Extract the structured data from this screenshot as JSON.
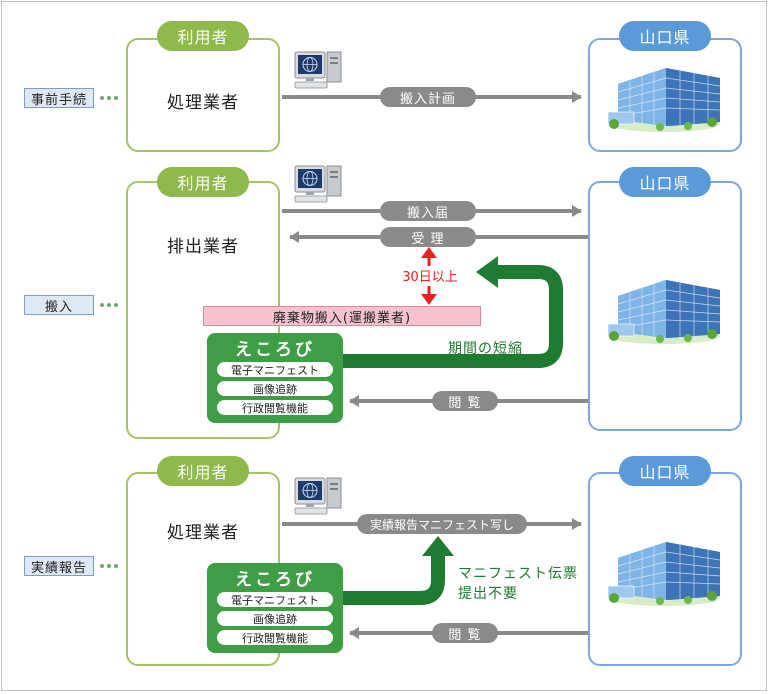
{
  "stages": [
    {
      "label": "事前手続"
    },
    {
      "label": "搬入"
    },
    {
      "label": "実績報告"
    }
  ],
  "user_tab": "利用者",
  "pref_tab": "山口県",
  "roles": {
    "pre": "処理業者",
    "carry": "排出業者",
    "report": "処理業者"
  },
  "arrows": {
    "plan": "搬入計画",
    "notice": "搬入届",
    "receipt": "受 理",
    "view1": "閲 覧",
    "report_copy": "実績報告マニフェスト写し",
    "view2": "閲 覧"
  },
  "transport": {
    "label": "廃棄物搬入(運搬業者)",
    "days": "30日以上"
  },
  "ekoro": {
    "title": "えころび",
    "items": [
      "電子マニフェスト",
      "画像追跡",
      "行政閲覧機能"
    ]
  },
  "notes": {
    "shorten": "期間の短縮",
    "no_paper_1": "マニフェスト伝票",
    "no_paper_2": "提出不要"
  },
  "colors": {
    "green_dark": "#1f7a32",
    "green_tab": "#8dba4a",
    "blue_tab": "#5b9ad9",
    "arrow_gray": "#8a8a8a",
    "pink": "#f6c3cc",
    "red": "#e42323"
  },
  "icons": [
    "computer-icon",
    "office-building-icon"
  ]
}
